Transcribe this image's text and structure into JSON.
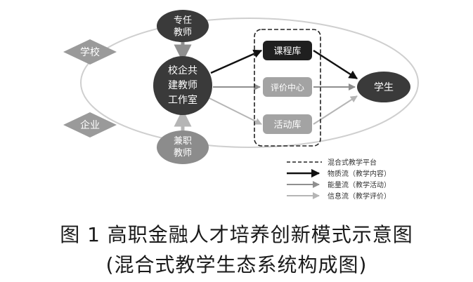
{
  "nodes": {
    "full_time_teacher": [
      "专任",
      "教师"
    ],
    "school": "学校",
    "enterprise": "企业",
    "joint_studio": [
      "校企共",
      "建教师",
      "工作室"
    ],
    "part_time_teacher": [
      "兼职",
      "教师"
    ],
    "course_library": "课程库",
    "evaluation_center": "评价中心",
    "activity_library": "活动库",
    "student": "学生"
  },
  "legend": [
    {
      "label": "混合式教学平台",
      "style": "dashed"
    },
    {
      "label": "物质流（教学内容）",
      "style": "thick-black"
    },
    {
      "label": "能量流（教学活动）",
      "style": "gray"
    },
    {
      "label": "信息流（教学评价）",
      "style": "light-gray"
    }
  ],
  "caption": {
    "line1": "图 1 高职金融人才培养创新模式示意图",
    "line2": "(混合式教学生态系统构成图)"
  },
  "colors": {
    "dark_node": "#3a3a3a",
    "gray_node": "#8c8c8c",
    "diamond": "#9a9a9a",
    "box_gray": "#a3a3a3",
    "box_dark": "#1f1f1f",
    "ellipse": "#cfcfcf",
    "arrow_black": "#111111",
    "arrow_gray": "#8f8f8f",
    "arrow_light": "#b5b5b5"
  }
}
